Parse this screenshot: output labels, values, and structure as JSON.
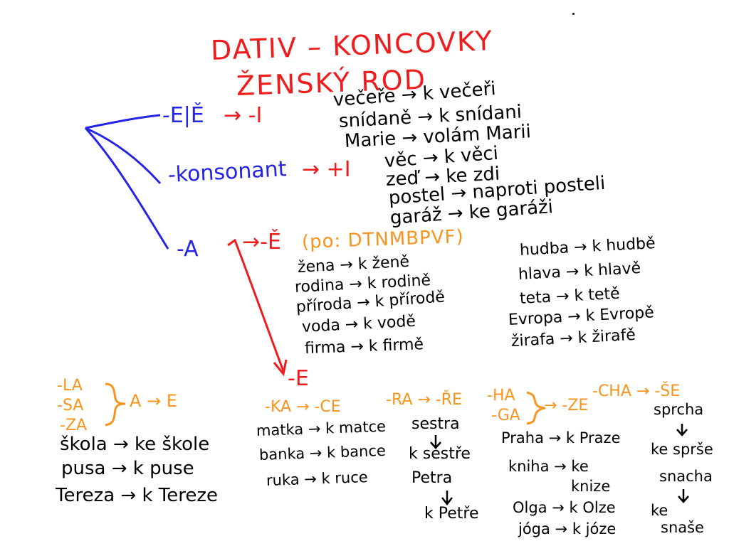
{
  "title": {
    "line1": "DATIV – KONCOVKY",
    "line2": "ŽENSKÝ ROD"
  },
  "rules": {
    "e_ending": "-E|Ě",
    "e_result": "→ -I",
    "consonant": "-konsonant",
    "consonant_result": "→ +I",
    "a_ending": "-A",
    "a_result_e_hacek": "→-Ě",
    "after_letters": "(po: DTNMBPVF)",
    "a_result_e": "-E"
  },
  "examples_e": [
    "večeře → k večeři",
    "snídaně → k snídani",
    "Marie → volám Marii"
  ],
  "examples_consonant": [
    "věc → k věci",
    "zeď → ke zdi",
    "postel → naproti posteli",
    "garáž → ke garáži"
  ],
  "examples_a_left": [
    "žena → k ženě",
    "rodina → k rodině",
    "příroda → k přírodě",
    "voda → k vodě",
    "firma → k firmě"
  ],
  "examples_a_right": [
    "hudba → k hudbě",
    "hlava → k hlavě",
    "teta → k tetě",
    "Evropa → k Evropě",
    "žirafa → k žirafě"
  ],
  "group_la": {
    "endings": [
      "-LA",
      "-SA",
      "-ZA"
    ],
    "rule": "A → E",
    "examples": [
      "škola → ke škole",
      "pusa → k puse",
      "Tereza → k Tereze"
    ]
  },
  "group_ka": {
    "rule": "-KA → -CE",
    "examples": [
      "matka → k matce",
      "banka → k bance",
      "ruka → k ruce"
    ]
  },
  "group_ra": {
    "rule": "-RA → -ŘE",
    "word1": "sestra",
    "word1_result": "k sestře",
    "word2": "Petra",
    "word2_result": "k Petře"
  },
  "group_ha": {
    "ending1": "-HA",
    "ending2": "-GA",
    "result": "→ -ZE",
    "examples": [
      "Praha → k Praze",
      "kniha → ke",
      "knize",
      "Olga → k Olze",
      "jóga → k józe"
    ]
  },
  "group_cha": {
    "rule": "-CHA → -ŠE",
    "word1": "sprcha",
    "word1_result": "ke sprše",
    "word2": "snacha",
    "word2_result_a": "ke",
    "word2_result_b": "snaše"
  }
}
